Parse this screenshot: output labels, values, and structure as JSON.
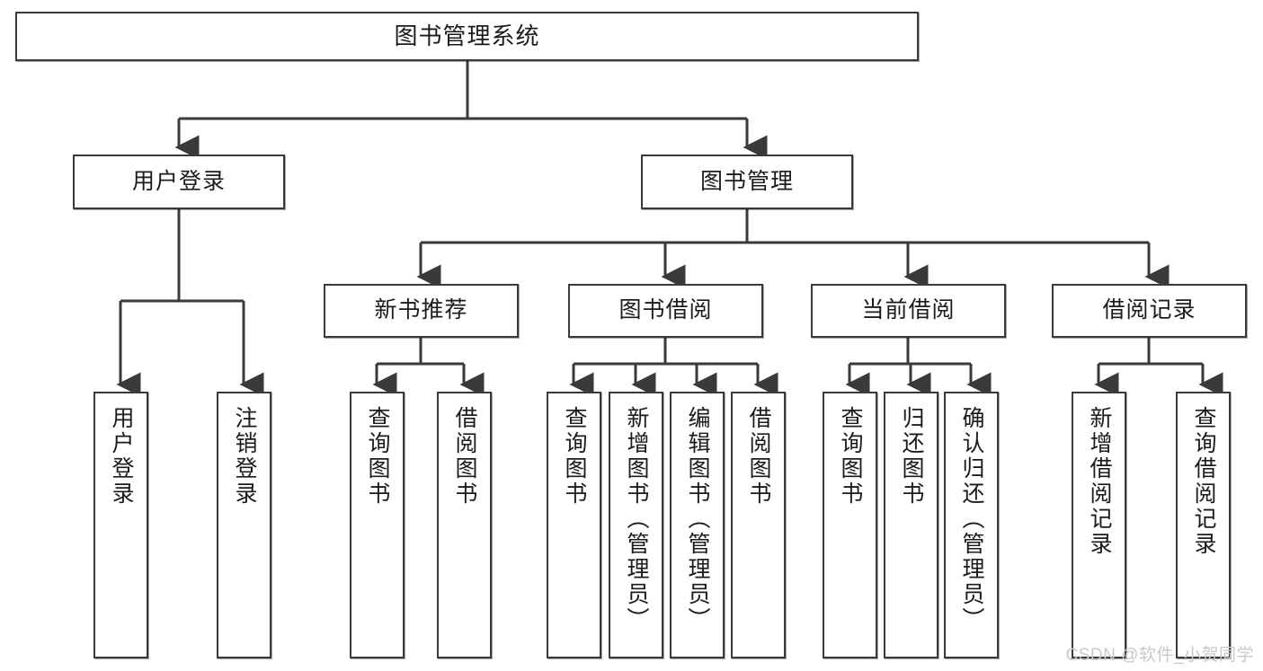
{
  "diagram": {
    "type": "tree-hierarchy",
    "title": "图书管理系统",
    "root": {
      "id": "root",
      "label": "图书管理系统",
      "orientation": "horizontal"
    },
    "level1": [
      {
        "id": "user-login",
        "label": "用户登录",
        "orientation": "horizontal"
      },
      {
        "id": "book-manage",
        "label": "图书管理",
        "orientation": "horizontal"
      }
    ],
    "level2": [
      {
        "id": "new-book-recommend",
        "label": "新书推荐",
        "orientation": "horizontal",
        "parent": "book-manage"
      },
      {
        "id": "book-borrow",
        "label": "图书借阅",
        "orientation": "horizontal",
        "parent": "book-manage"
      },
      {
        "id": "current-borrow",
        "label": "当前借阅",
        "orientation": "horizontal",
        "parent": "book-manage"
      },
      {
        "id": "borrow-record",
        "label": "借阅记录",
        "orientation": "horizontal",
        "parent": "book-manage"
      }
    ],
    "leaves": [
      {
        "id": "leaf-user-login",
        "label": "用户登录",
        "parent": "user-login"
      },
      {
        "id": "leaf-user-logout",
        "label": "注销登录",
        "parent": "user-login"
      },
      {
        "id": "leaf-query-book-1",
        "label": "查询图书",
        "parent": "new-book-recommend"
      },
      {
        "id": "leaf-borrow-book-1",
        "label": "借阅图书",
        "parent": "new-book-recommend"
      },
      {
        "id": "leaf-query-book-2",
        "label": "查询图书",
        "parent": "book-borrow"
      },
      {
        "id": "leaf-add-book",
        "label": "新增图书（管理员）",
        "parent": "book-borrow"
      },
      {
        "id": "leaf-edit-book",
        "label": "编辑图书（管理员）",
        "parent": "book-borrow"
      },
      {
        "id": "leaf-borrow-book-2",
        "label": "借阅图书",
        "parent": "book-borrow"
      },
      {
        "id": "leaf-query-book-3",
        "label": "查询图书",
        "parent": "current-borrow"
      },
      {
        "id": "leaf-return-book",
        "label": "归还图书",
        "parent": "current-borrow"
      },
      {
        "id": "leaf-confirm-return",
        "label": "确认归还（管理员）",
        "parent": "current-borrow"
      },
      {
        "id": "leaf-add-record",
        "label": "新增借阅记录",
        "parent": "borrow-record"
      },
      {
        "id": "leaf-query-record",
        "label": "查询借阅记录",
        "parent": "borrow-record"
      }
    ],
    "watermark": "CSDN @软件_小贺同学",
    "colors": {
      "stroke": "#3a3a3a",
      "fill": "#ffffff",
      "text": "#1b1b1b",
      "watermark": "#c9c9c9"
    }
  }
}
